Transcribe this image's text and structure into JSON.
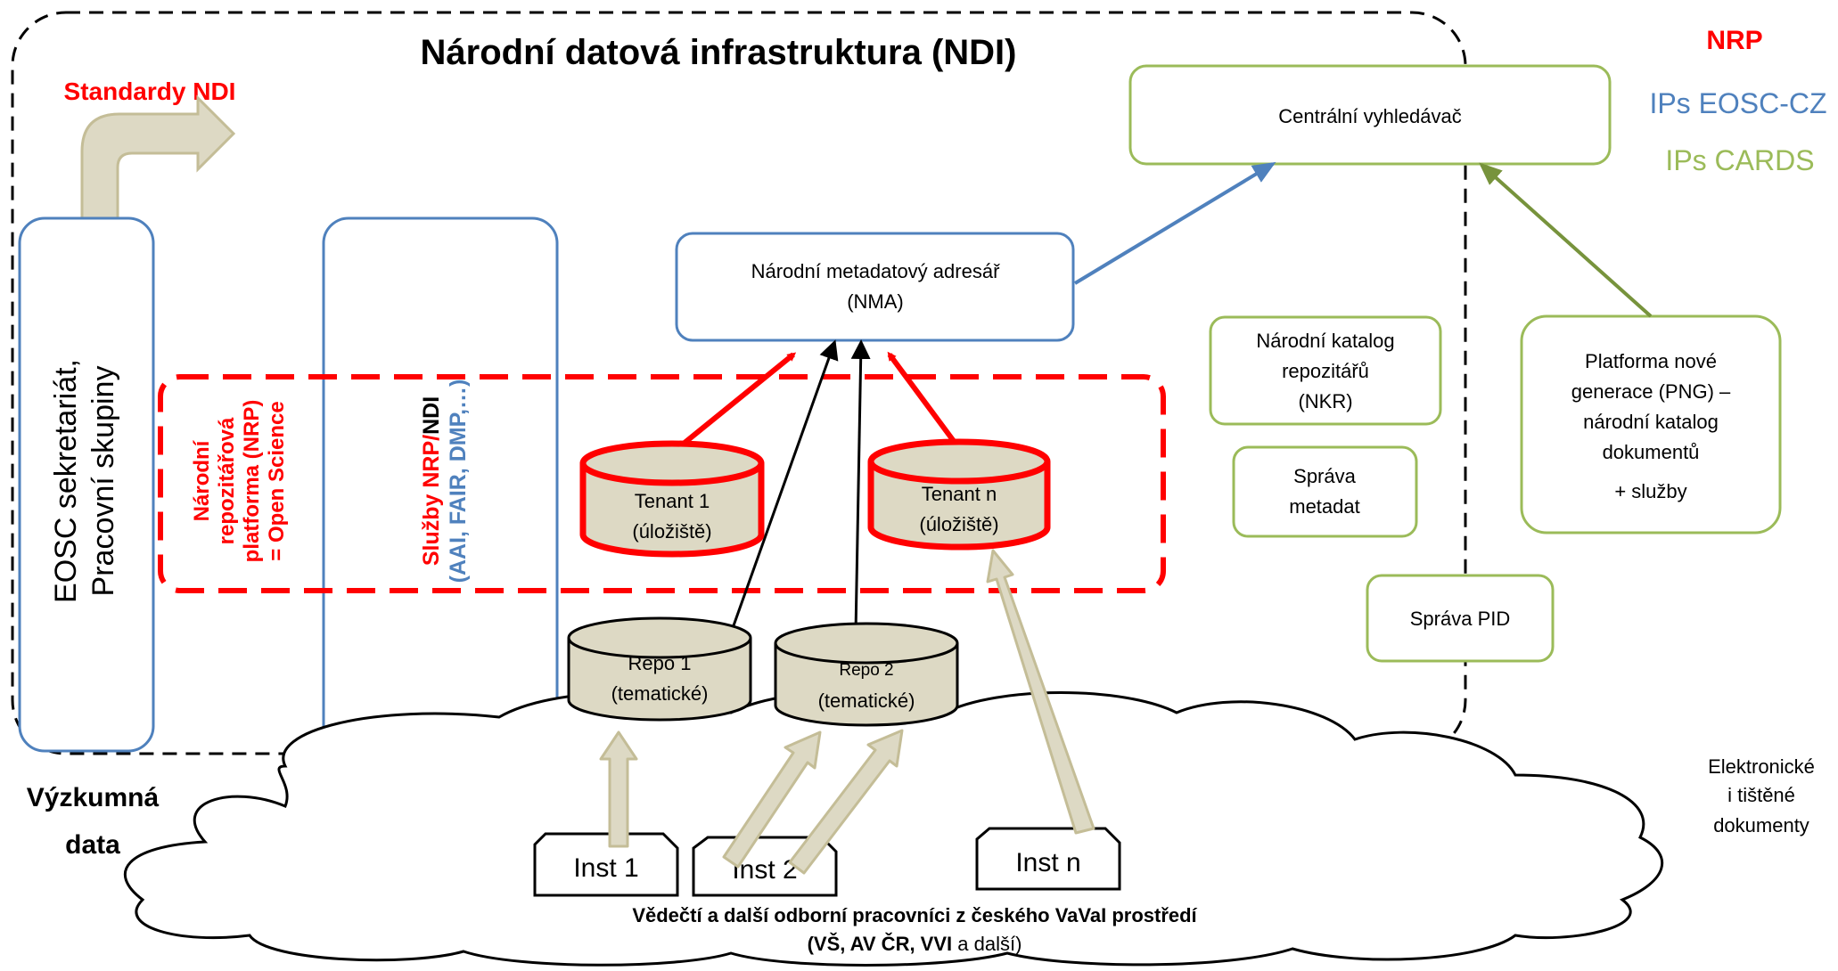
{
  "title": "Národní datová infrastruktura (NDI)",
  "standards_label": "Standardy NDI",
  "legend": [
    {
      "label": "NRP",
      "color": "#ff0000"
    },
    {
      "label": "IPs EOSC-CZ",
      "color": "#4f81bd"
    },
    {
      "label": "IPs CARDS",
      "color": "#9bbb59"
    }
  ],
  "eosc_box": {
    "lines": [
      "EOSC sekretariát,",
      "Pracovní skupiny"
    ]
  },
  "nrp_label": {
    "lines": [
      "Národní",
      "repozitářová",
      "platforma (NRP)",
      "= Open Science"
    ]
  },
  "services_label": {
    "part1": "Služby NRP/",
    "part2": "NDI",
    "part3": "(AAI, FAIR, DMP,…)"
  },
  "nma_box": {
    "lines": [
      "Národní metadatový adresář",
      "(NMA)"
    ]
  },
  "central_box": {
    "label": "Centrální vyhledávač"
  },
  "nkr_box": {
    "lines": [
      "Národní katalog",
      "repozitářů",
      "(NKR)"
    ]
  },
  "metadata_box": {
    "lines": [
      "Správa",
      "metadat"
    ]
  },
  "pid_box": {
    "label": "Správa PID"
  },
  "png_box": {
    "lines": [
      "Platforma nové",
      "generace (PNG) –",
      "národní katalog",
      "dokumentů",
      "+ služby"
    ]
  },
  "tenant1": {
    "lines": [
      "Tenant 1",
      "(úložiště)"
    ]
  },
  "tenantn": {
    "lines": [
      "Tenant n",
      "(úložiště)"
    ]
  },
  "repo1": {
    "lines": [
      "Repo 1",
      "(tematické)"
    ]
  },
  "repo2": {
    "lines": [
      "Repo 2",
      "(tematické)"
    ]
  },
  "inst": [
    "Inst 1",
    "Inst 2",
    "Inst n"
  ],
  "research_data": {
    "lines": [
      "Výzkumná",
      "data"
    ]
  },
  "documents_label": {
    "lines": [
      "Elektronické",
      "i tištěné",
      "dokumenty"
    ]
  },
  "cloud_text": {
    "line1": "Vědečtí a další odborní pracovníci z českého VaVaI prostředí",
    "line2_bold": "(VŠ, AV ČR, VVI",
    "line2_normal": " a další)"
  },
  "colors": {
    "nrp_red": "#ff0000",
    "eosc_blue": "#4f81bd",
    "cards_green": "#9bbb59",
    "cylinder_fill": "#ddd9c4",
    "beige_arrow": "#ddd9c4",
    "beige_stroke": "#c4bd97"
  }
}
